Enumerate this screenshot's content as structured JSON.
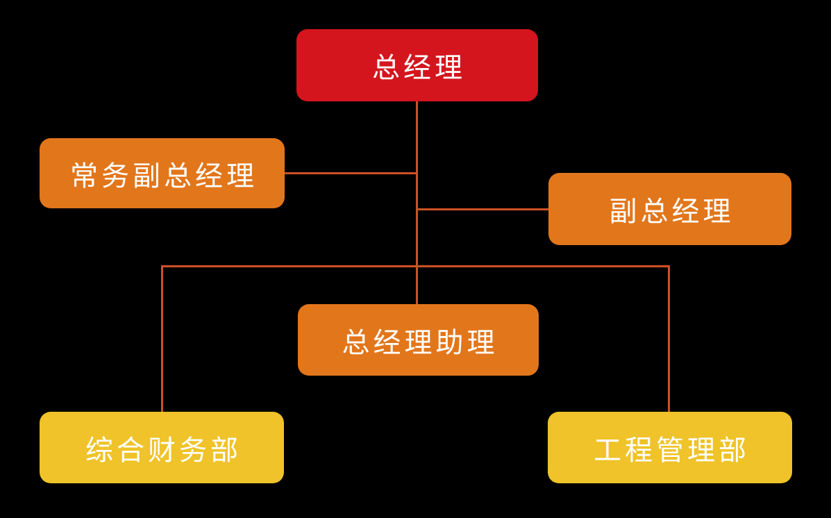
{
  "diagram": {
    "type": "org-chart",
    "background_color": "#000000",
    "connector_color": "#cf5125",
    "text_color": "#ffffff",
    "nodes": {
      "general_manager": {
        "label": "总经理",
        "color": "#d4151e"
      },
      "exec_deputy_gm": {
        "label": "常务副总经理",
        "color": "#e2761b"
      },
      "deputy_gm": {
        "label": "副总经理",
        "color": "#e2761b"
      },
      "gm_assistant": {
        "label": "总经理助理",
        "color": "#e2761b"
      },
      "finance_dept": {
        "label": "综合财务部",
        "color": "#efc329"
      },
      "engineering_dept": {
        "label": "工程管理部",
        "color": "#efc329"
      }
    },
    "edges": [
      {
        "from": "general_manager",
        "to": "exec_deputy_gm"
      },
      {
        "from": "general_manager",
        "to": "deputy_gm"
      },
      {
        "from": "general_manager",
        "to": "gm_assistant"
      },
      {
        "from": "general_manager",
        "to": "finance_dept"
      },
      {
        "from": "general_manager",
        "to": "engineering_dept"
      }
    ]
  }
}
